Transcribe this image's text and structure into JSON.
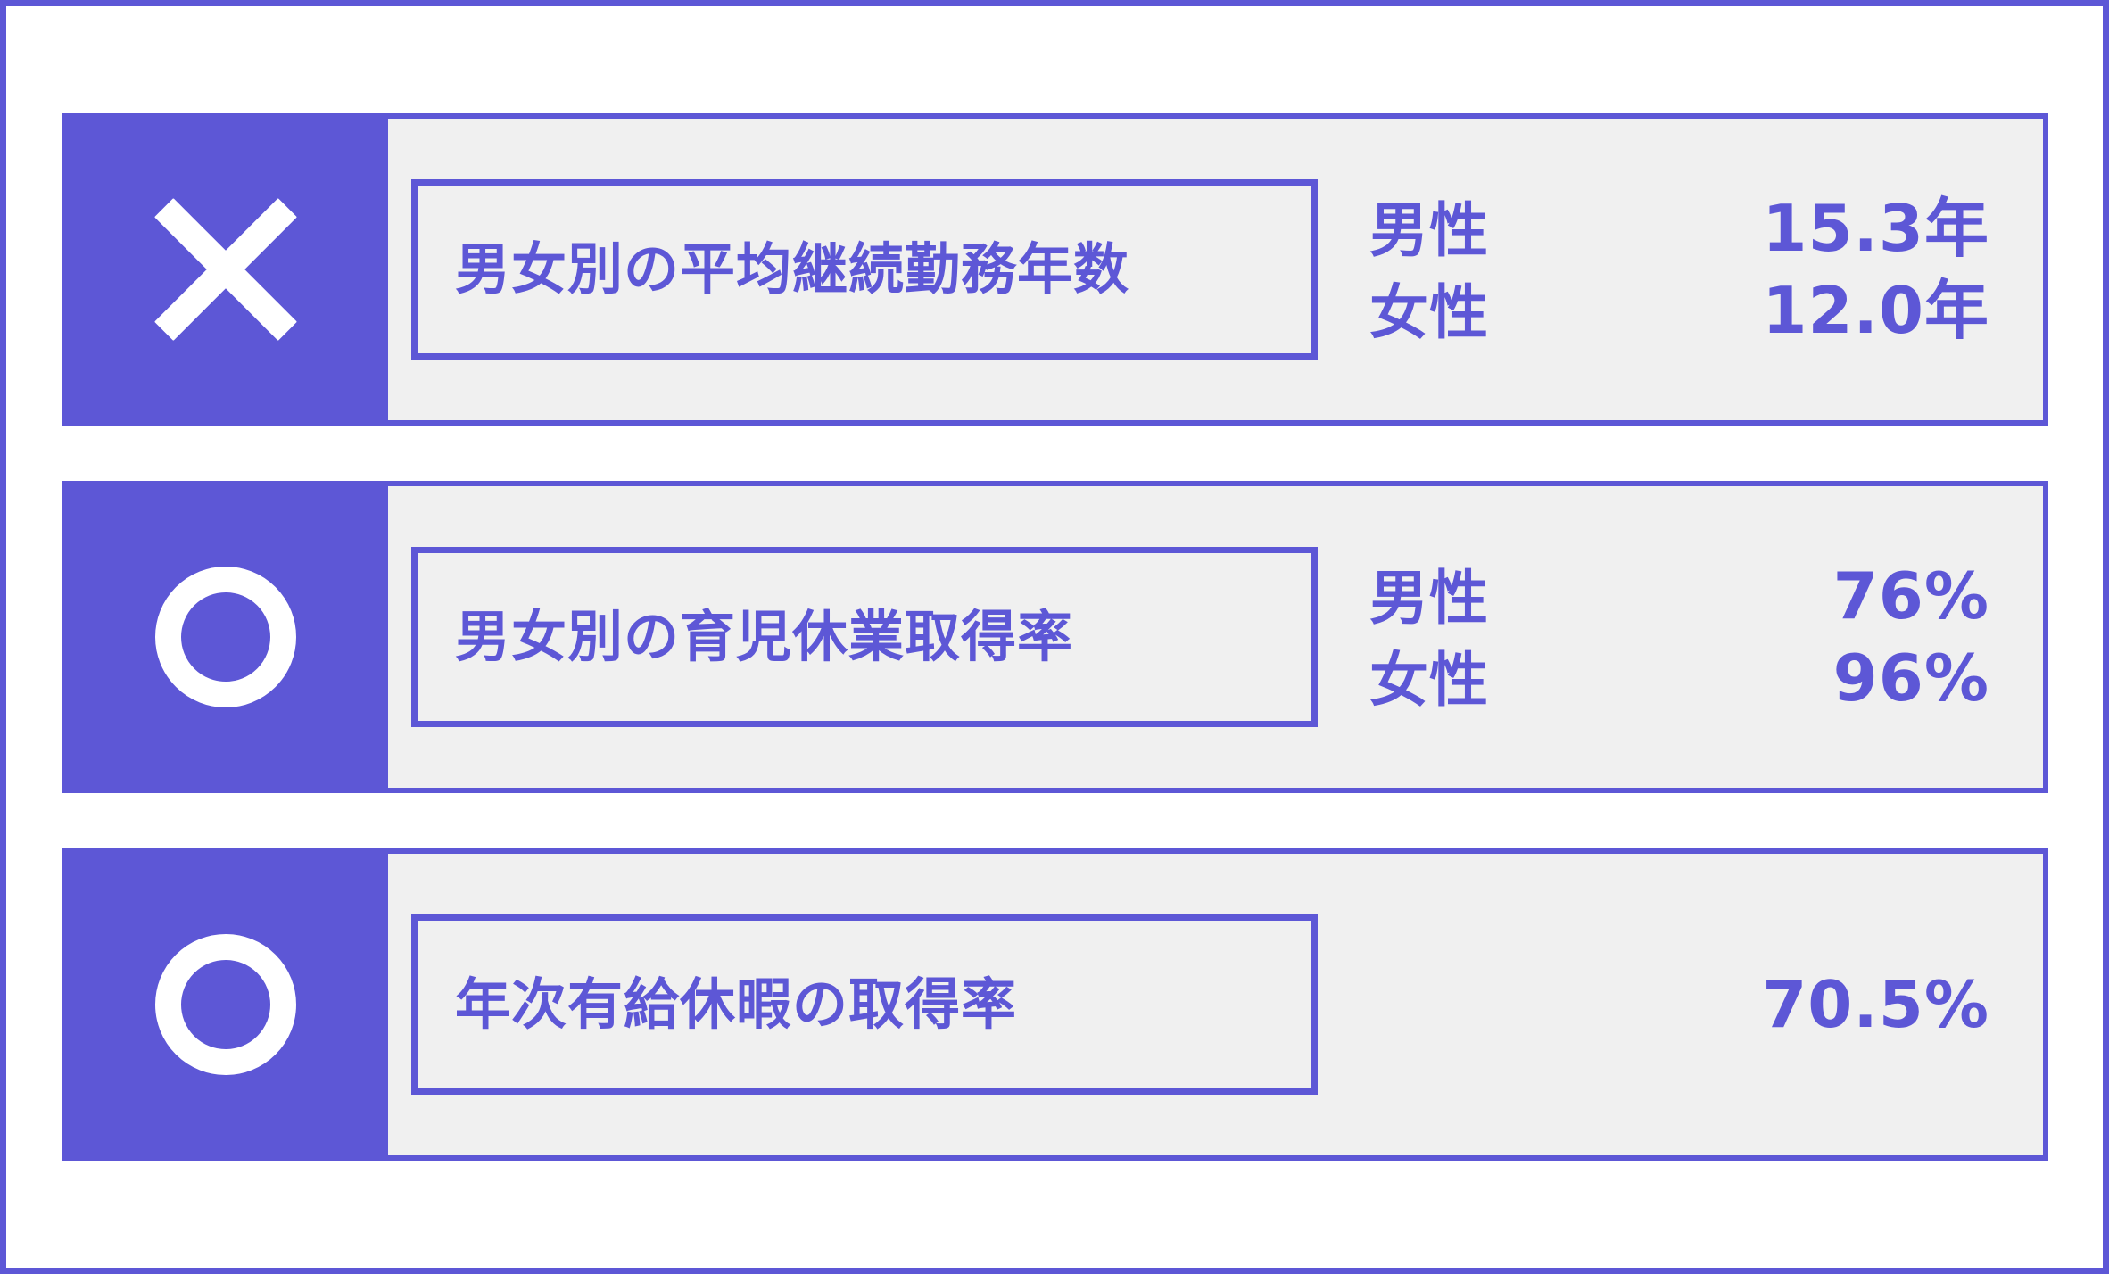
{
  "colors": {
    "accent": "#5D57D6",
    "panel_bg": "#F0F0F0",
    "page_bg": "#FFFFFF",
    "mark_fg": "#FFFFFF"
  },
  "rows": [
    {
      "mark": "cross-mark-icon",
      "label": "男女別の平均継続勤務年数",
      "values": [
        {
          "gender": "男性",
          "number": "15.3年"
        },
        {
          "gender": "女性",
          "number": "12.0年"
        }
      ]
    },
    {
      "mark": "circle-mark-icon",
      "label": "男女別の育児休業取得率",
      "values": [
        {
          "gender": "男性",
          "number": "76%"
        },
        {
          "gender": "女性",
          "number": "96%"
        }
      ]
    },
    {
      "mark": "circle-mark-icon",
      "label": "年次有給休暇の取得率",
      "values": [
        {
          "gender": "",
          "number": "70.5%"
        }
      ]
    }
  ]
}
